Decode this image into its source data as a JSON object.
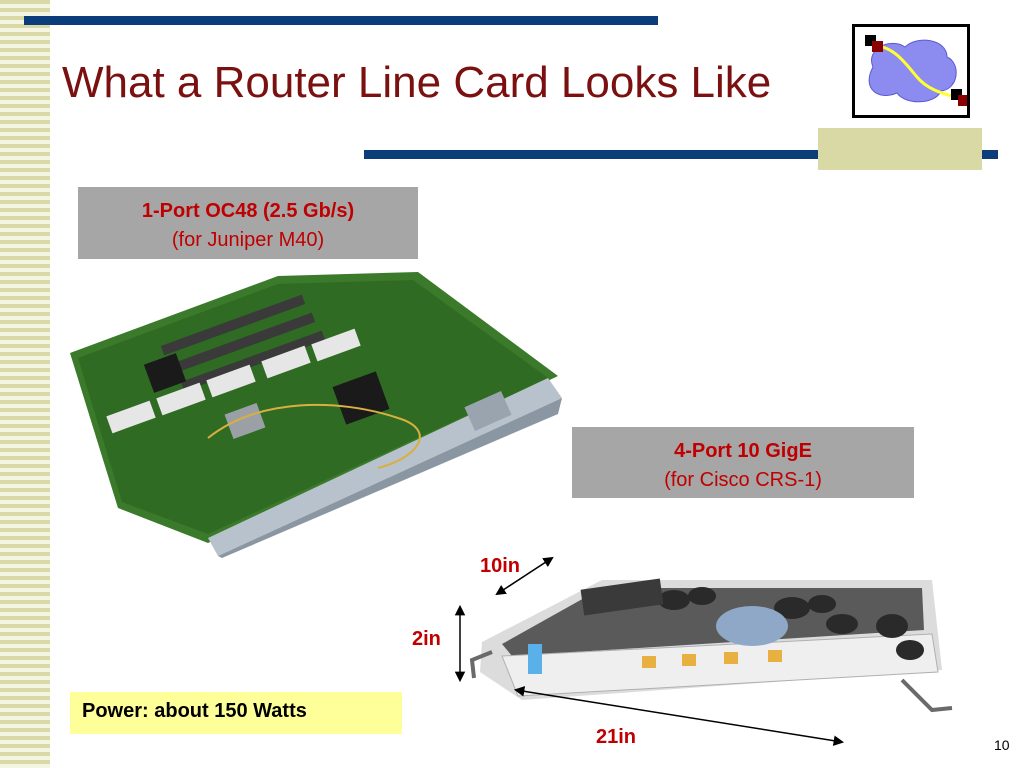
{
  "slide": {
    "title": "What a Router Line Card Looks Like",
    "page_number": "10"
  },
  "card_oc48": {
    "label_line1": "1-Port OC48 (2.5 Gb/s)",
    "label_line2": "(for Juniper M40)"
  },
  "card_crs1": {
    "label_line1": "4-Port 10 GigE",
    "label_line2": "(for Cisco CRS-1)",
    "dimensions": {
      "depth": "10in",
      "height": "2in",
      "length": "21in"
    }
  },
  "power_note": "Power: about 150 Watts",
  "colors": {
    "title": "#7a1010",
    "accent_bar": "#0b3d7a",
    "label_text": "#c00000",
    "label_box": "#a6a6a6",
    "stripe": "#d9d9a6",
    "power_box": "#ffff99"
  }
}
